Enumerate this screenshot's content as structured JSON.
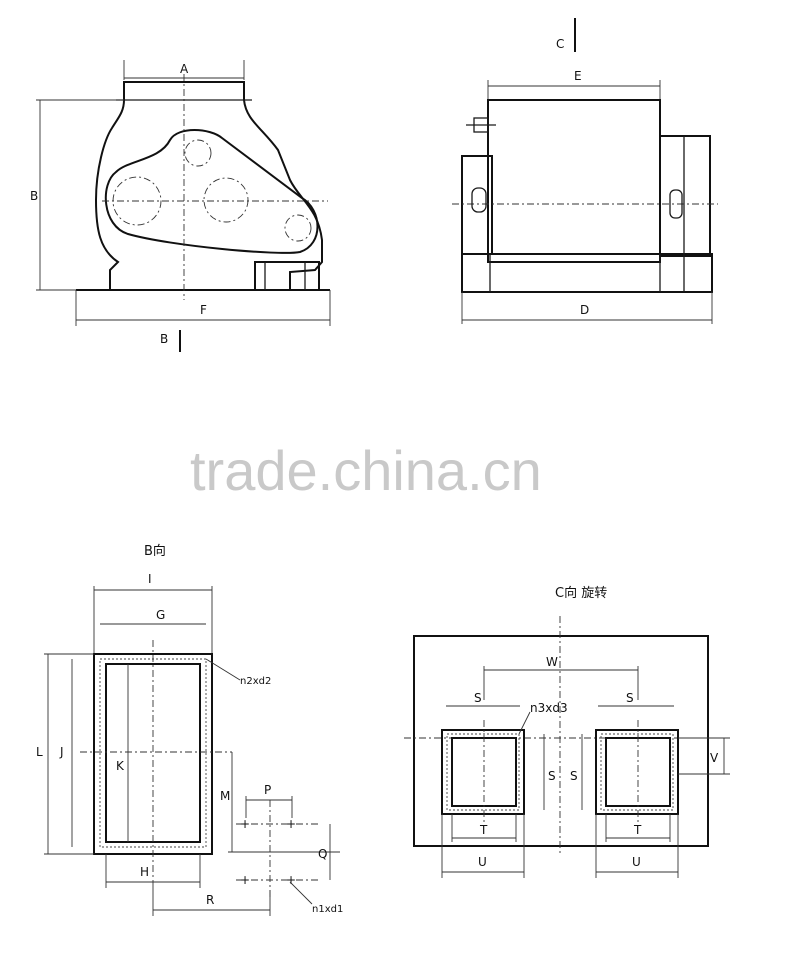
{
  "watermark": "trade.china.cn",
  "views": {
    "side": {
      "dim_top": "A",
      "dim_height": "B",
      "dim_bottom": "F",
      "section_mark": "B"
    },
    "front": {
      "section_mark": "C",
      "dim_top": "E",
      "dim_bottom": "D"
    },
    "b_view": {
      "title": "B向",
      "dim_I": "I",
      "dim_G": "G",
      "dim_L": "L",
      "dim_J": "J",
      "dim_K": "K",
      "dim_M": "M",
      "dim_H": "H",
      "dim_P": "P",
      "dim_Q": "Q",
      "dim_R": "R",
      "hole_label_1": "n2xd2",
      "hole_label_2": "n1xd1"
    },
    "c_view": {
      "title": "C向  旋转",
      "dim_W": "W",
      "dim_S_left": "S",
      "dim_S_right": "S",
      "hole_label": "n3xd3",
      "dim_S_vert_1": "S",
      "dim_S_vert_2": "S",
      "dim_V": "V",
      "dim_T_left": "T",
      "dim_T_right": "T",
      "dim_U_left": "U",
      "dim_U_right": "U"
    }
  }
}
